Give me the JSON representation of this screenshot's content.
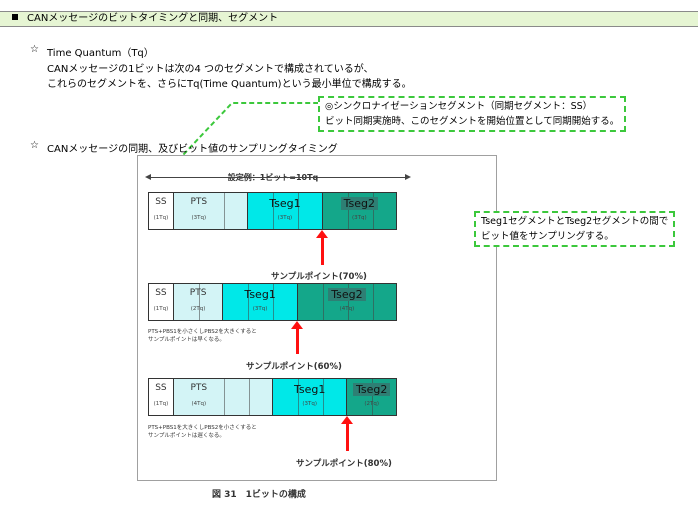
{
  "header": {
    "title": "CANメッセージのビットタイミングと同期、セグメント"
  },
  "section1": {
    "star": "☆",
    "title": "Time Quantum（Tq）",
    "line1": "CANメッセージの1ビットは次の4 つのセグメントで構成されているが、",
    "line2": "これらのセグメントを、さらにTq(Time Quantum)という最小単位で構成する。"
  },
  "callout_sync": {
    "line1": "◎シンクロナイゼーションセグメント（同期セグメント：SS）",
    "line2": "ビット同期実施時、このセグメントを開始位置として同期開始する。"
  },
  "section2": {
    "star": "☆",
    "title": "CANメッセージの同期、及びビット値のサンプリングタイミング"
  },
  "callout_sample": {
    "line1": "Tseg1セグメントとTseg2セグメントの間で",
    "line2": "ビット値をサンプリングする。"
  },
  "figure": {
    "setting": "設定例：1ビット=10Tq",
    "rows": [
      {
        "ss": "SS",
        "ss_tq": "(1Tq)",
        "pts": "PTS",
        "pts_tq": "(3Tq)",
        "t1": "Tseg1",
        "t1_tq": "(3Tq)",
        "t2": "Tseg2",
        "t2_tq": "(3Tq)",
        "sample": "サンプルポイント(70%)"
      },
      {
        "ss": "SS",
        "ss_tq": "(1Tq)",
        "pts": "PTS",
        "pts_tq": "(2Tq)",
        "t1": "Tseg1",
        "t1_tq": "(3Tq)",
        "t2": "Tseg2",
        "t2_tq": "(4Tq)",
        "sample": "サンプルポイント(60%)",
        "note1": "PTS+PBS1を小さくしPBS2を大きくすると",
        "note2": "サンプルポイントは早くなる。"
      },
      {
        "ss": "SS",
        "ss_tq": "(1Tq)",
        "pts": "PTS",
        "pts_tq": "(4Tq)",
        "t1": "Tseg1",
        "t1_tq": "(3Tq)",
        "t2": "Tseg2",
        "t2_tq": "(2Tq)",
        "sample": "サンプルポイント(80%)",
        "note1": "PTS+PBS1を大きくしPBS2を小さくすると",
        "note2": "サンプルポイントは遅くなる。"
      }
    ],
    "caption": "図 31　1ビットの構成"
  },
  "colors": {
    "header_bg": "#e6f5d3",
    "callout_border": "#3cc83c",
    "tseg1": "#00e8e8",
    "tseg2": "#14a78a",
    "pts": "#d3f4f6",
    "arrow": "#ff1010"
  }
}
